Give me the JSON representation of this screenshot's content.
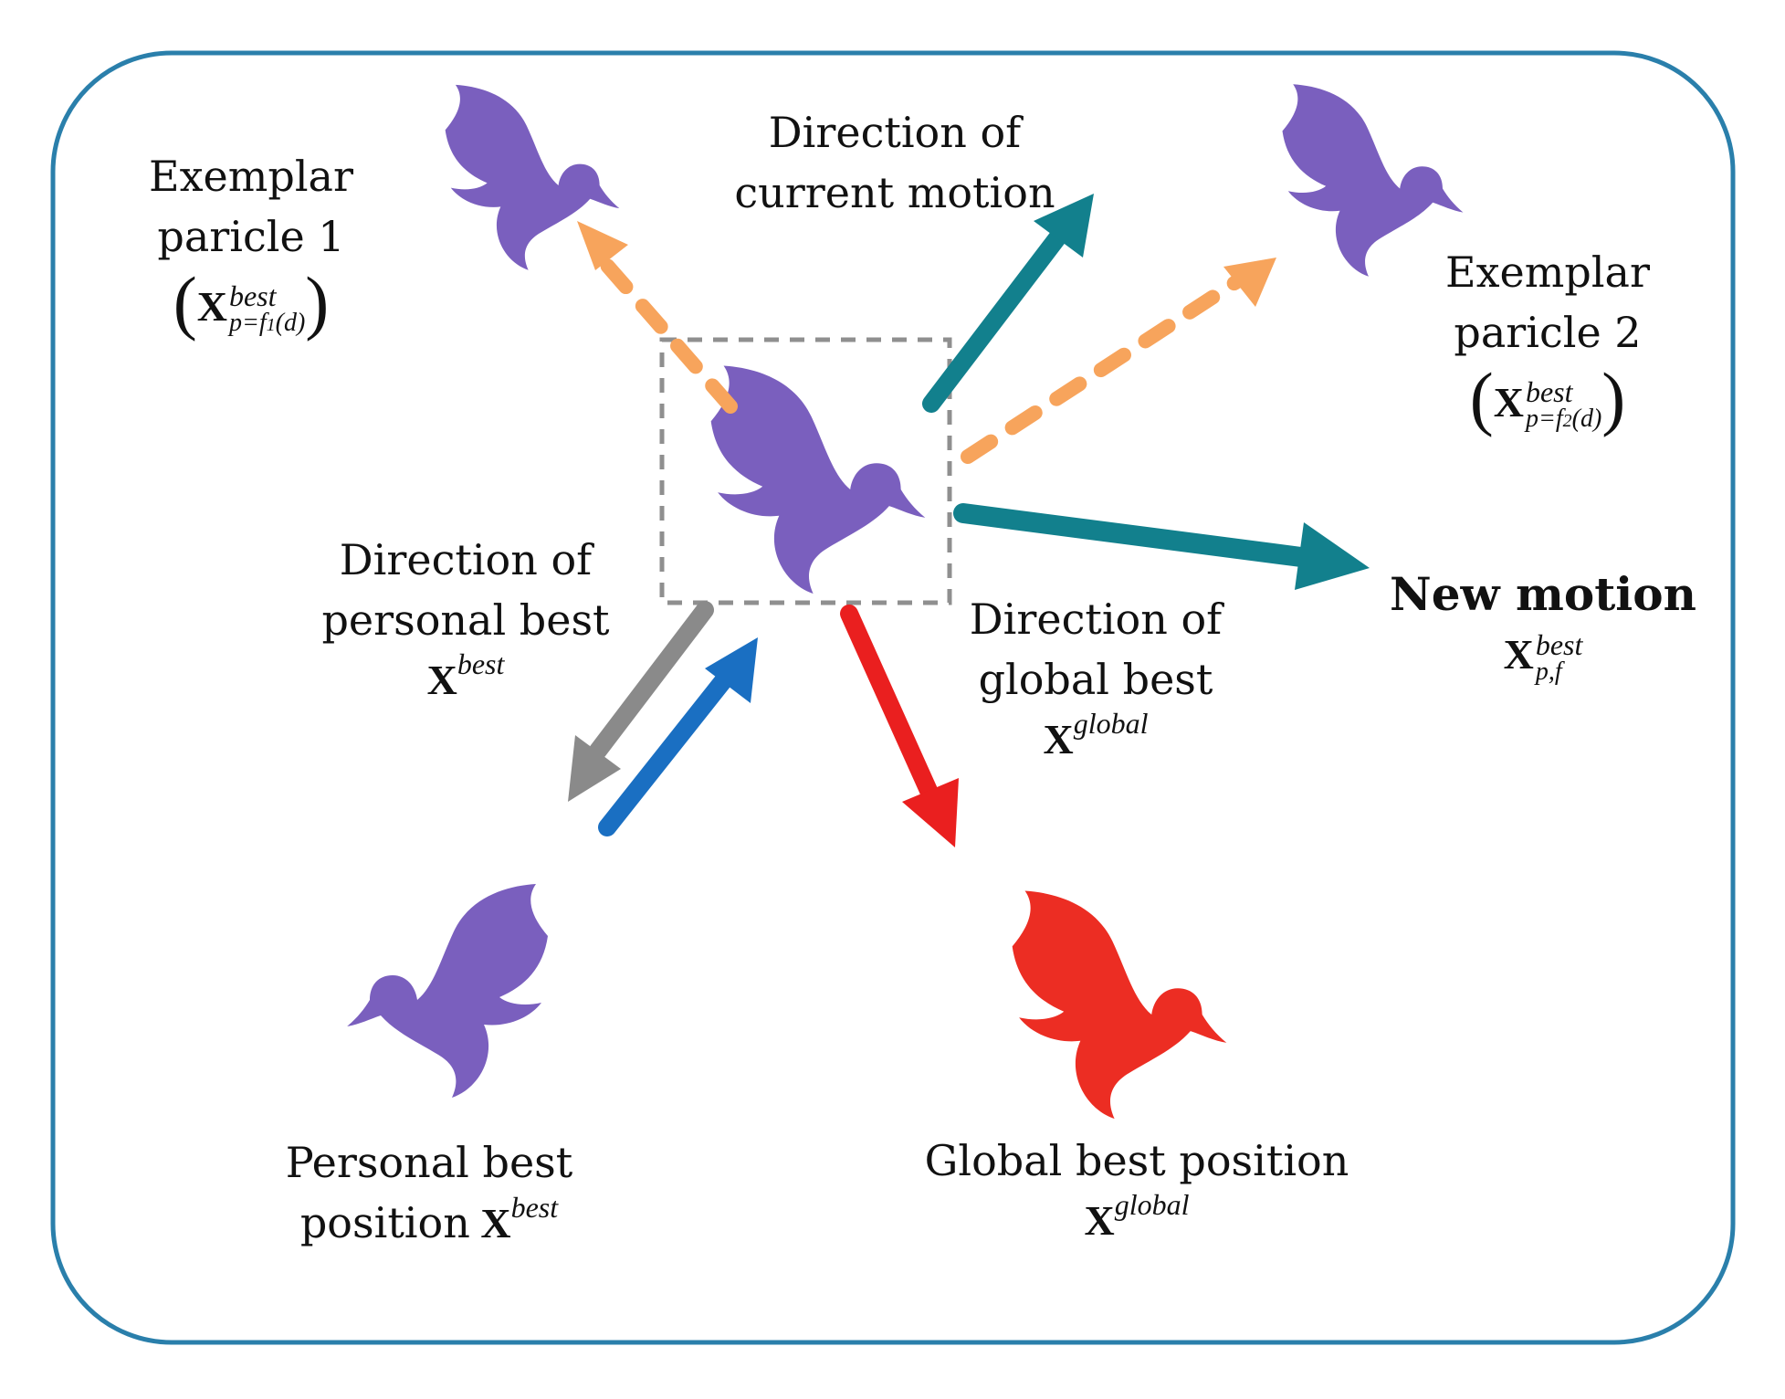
{
  "colors": {
    "frame": "#2a7fab",
    "bird_particle": "#7a5fbe",
    "bird_global": "#ec2d23",
    "arrow_teal": "#12808d",
    "arrow_orange_dashed": "#f7a45c",
    "arrow_gray": "#8a8a8a",
    "arrow_blue": "#1a6fc2",
    "arrow_red": "#ea1f1f",
    "box_dashed": "#8f8f8f"
  },
  "icons": {
    "current_particle": "bird-icon",
    "exemplar_1": "bird-icon",
    "exemplar_2": "bird-icon",
    "personal_best": "bird-icon",
    "global_best": "bird-icon"
  },
  "labels": {
    "exemplar1": {
      "line1": "Exemplar",
      "line2": "paricle 1",
      "symbol": "X",
      "sup": "best",
      "sub": "p=f",
      "sub_index": "1",
      "sub_tail": "(d)"
    },
    "exemplar2": {
      "line1": "Exemplar",
      "line2": "paricle 2",
      "symbol": "X",
      "sup": "best",
      "sub": "p=f",
      "sub_index": "2",
      "sub_tail": "(d)"
    },
    "current_motion": {
      "line1": "Direction of",
      "line2": "current motion"
    },
    "personal_best_dir": {
      "line1": "Direction of",
      "line2": "personal best",
      "symbol": "X",
      "sup": "best"
    },
    "global_best_dir": {
      "line1": "Direction of",
      "line2": "global best",
      "symbol": "X",
      "sup": "global"
    },
    "new_motion": {
      "line1": "New motion",
      "symbol": "X",
      "sup": "best",
      "sub": "p,f"
    },
    "personal_best_pos": {
      "line1": "Personal best",
      "line2": "position",
      "symbol": "X",
      "sup": "best"
    },
    "global_best_pos": {
      "line1": "Global best position",
      "symbol": "X",
      "sup": "global"
    }
  }
}
